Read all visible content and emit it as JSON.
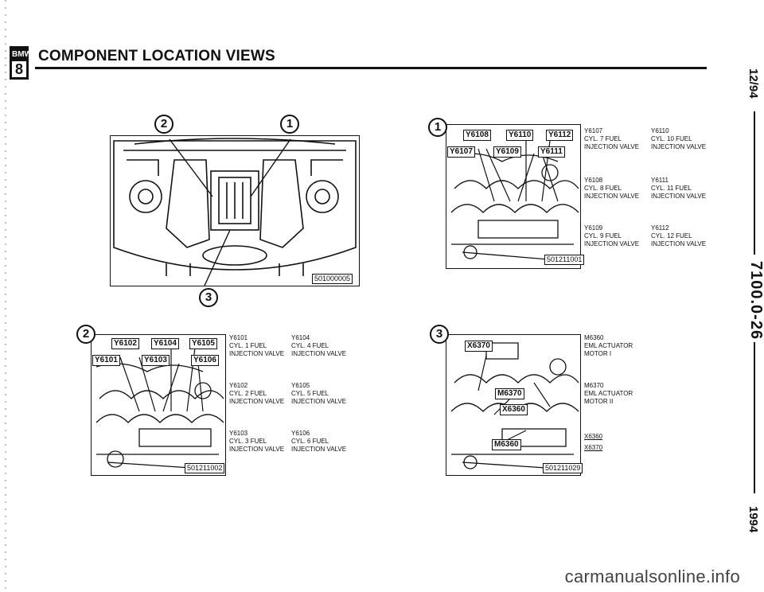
{
  "brand": {
    "logo_top": "BMW",
    "logo_bottom": "8"
  },
  "page": {
    "title": "COMPONENT LOCATION VIEWS"
  },
  "side": {
    "date": "12/94",
    "page_number": "7100.0-26",
    "year": "1994"
  },
  "watermark": "carmanualsonline.info",
  "figure_engine_bay": {
    "callouts": [
      "2",
      "1",
      "3"
    ],
    "ref": "501000005"
  },
  "figure_1": {
    "callout": "1",
    "tags": [
      "Y6108",
      "Y6110",
      "Y6112",
      "Y6107",
      "Y6109",
      "Y6111"
    ],
    "ref": "501211001",
    "labels": [
      {
        "id": "Y6107",
        "line1": "CYL. 7 FUEL",
        "line2": "INJECTION VALVE"
      },
      {
        "id": "Y6110",
        "line1": "CYL. 10 FUEL",
        "line2": "INJECTION VALVE"
      },
      {
        "id": "Y6108",
        "line1": "CYL. 8 FUEL",
        "line2": "INJECTION VALVE"
      },
      {
        "id": "Y6111",
        "line1": "CYL. 11 FUEL",
        "line2": "INJECTION VALVE"
      },
      {
        "id": "Y6109",
        "line1": "CYL. 9 FUEL",
        "line2": "INJECTION VALVE"
      },
      {
        "id": "Y6112",
        "line1": "CYL. 12 FUEL",
        "line2": "INJECTION VALVE"
      }
    ]
  },
  "figure_2": {
    "callout": "2",
    "tags": [
      "Y6102",
      "Y6104",
      "Y6105",
      "Y6101",
      "Y6103",
      "Y6106"
    ],
    "ref": "501211002",
    "labels": [
      {
        "id": "Y6101",
        "line1": "CYL. 1 FUEL",
        "line2": "INJECTION VALVE"
      },
      {
        "id": "Y6104",
        "line1": "CYL. 4 FUEL",
        "line2": "INJECTION VALVE"
      },
      {
        "id": "Y6102",
        "line1": "CYL. 2 FUEL",
        "line2": "INJECTION VALVE"
      },
      {
        "id": "Y6105",
        "line1": "CYL. 5 FUEL",
        "line2": "INJECTION VALVE"
      },
      {
        "id": "Y6103",
        "line1": "CYL. 3 FUEL",
        "line2": "INJECTION VALVE"
      },
      {
        "id": "Y6106",
        "line1": "CYL. 6 FUEL",
        "line2": "INJECTION VALVE"
      }
    ]
  },
  "figure_3": {
    "callout": "3",
    "tags": [
      "X6370",
      "M6370",
      "X6360",
      "M6360"
    ],
    "ref": "501211029",
    "labels": [
      {
        "id": "M6360",
        "line1": "EML ACTUATOR",
        "line2": "MOTOR I"
      },
      {
        "id": "M6370",
        "line1": "EML ACTUATOR",
        "line2": "MOTOR II"
      },
      {
        "id": "X6360",
        "line1": "",
        "line2": ""
      },
      {
        "id": "X6370",
        "line1": "",
        "line2": ""
      }
    ]
  }
}
